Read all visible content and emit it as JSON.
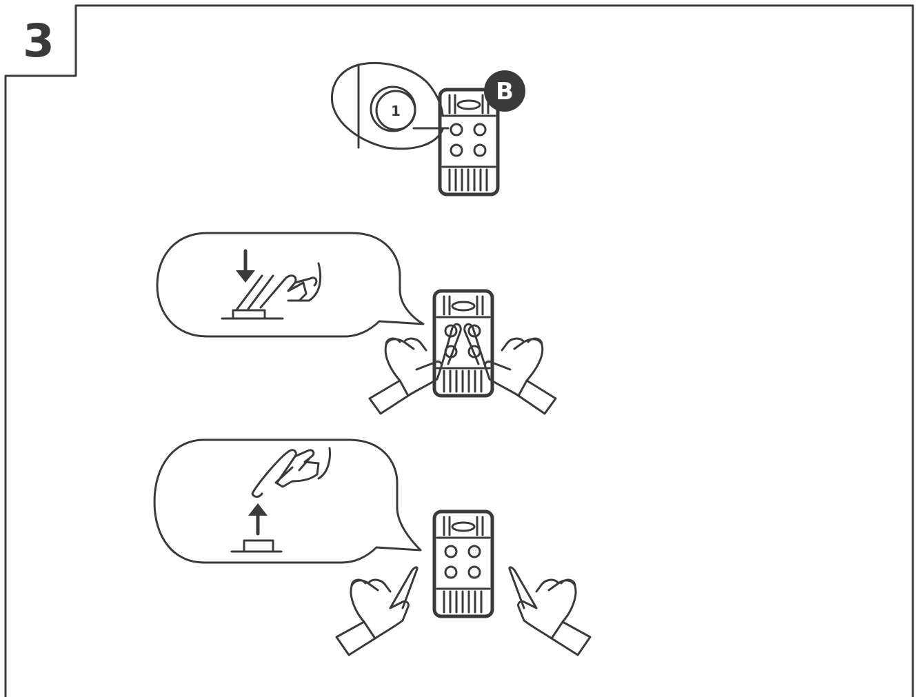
{
  "step": {
    "number": "3"
  },
  "panel1": {
    "badge": "B",
    "button_number": "1"
  },
  "colors": {
    "ink": "#3a3a3a",
    "background": "#ffffff"
  },
  "icons": [
    "remote-icon",
    "magnifier-icon",
    "speech-bubble-icon",
    "press-down-arrow-icon",
    "release-up-arrow-icon",
    "hand-icon",
    "finger-icon"
  ]
}
